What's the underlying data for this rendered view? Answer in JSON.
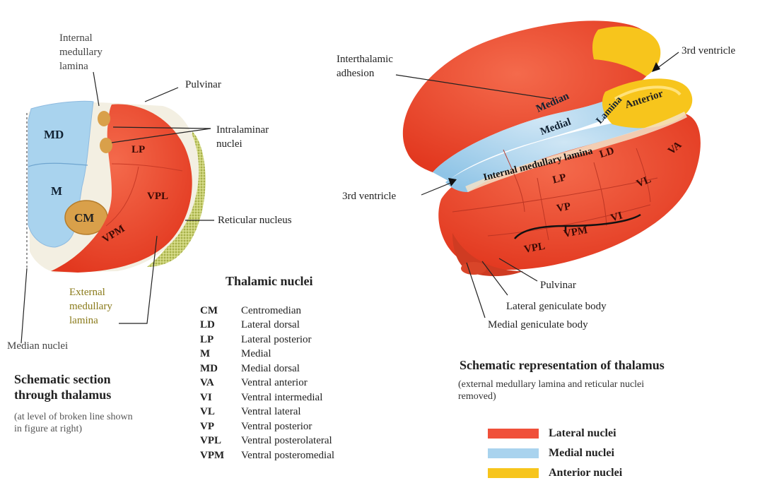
{
  "colors": {
    "lateral": "#f0503a",
    "medial": "#a9d3ee",
    "anterior": "#f7c51c",
    "olive": "#8a7a1a"
  },
  "left_section": {
    "nuclei": {
      "md": "MD",
      "m": "M",
      "cm": "CM",
      "lp": "LP",
      "vpl": "VPL",
      "vpm": "VPM"
    },
    "labels": {
      "internal_medullary_lamina": "Internal medullary lamina",
      "pulvinar": "Pulvinar",
      "intralaminar_nuclei": "Intralaminar nuclei",
      "reticular_nucleus": "Reticular nucleus",
      "external_medullary_lamina": "External medullary lamina",
      "median_nuclei": "Median nuclei"
    },
    "title": "Schematic section through thalamus",
    "subtitle": "(at level of broken line shown in figure at right)"
  },
  "right_view": {
    "nuclei": {
      "median": "Median",
      "medial": "Medial",
      "lamina": "Lamina",
      "anterior": "Anterior",
      "internal_medullary_lamina": "Internal medullary lamina",
      "ld": "LD",
      "va": "VA",
      "lp": "LP",
      "vl": "VL",
      "vp": "VP",
      "vpl": "VPL",
      "vpm": "VPM",
      "vi": "VI"
    },
    "labels": {
      "interthalamic_adhesion": "Interthalamic adhesion",
      "third_ventricle_top": "3rd ventricle",
      "third_ventricle_left": "3rd ventricle",
      "pulvinar": "Pulvinar",
      "lateral_geniculate_body": "Lateral geniculate body",
      "medial_geniculate_body": "Medial geniculate body"
    },
    "title": "Schematic representation of thalamus",
    "subtitle": "(external medullary lamina and reticular nuclei removed)"
  },
  "key": {
    "title": "Thalamic nuclei",
    "rows": [
      {
        "abbr": "CM",
        "name": "Centromedian"
      },
      {
        "abbr": "LD",
        "name": "Lateral dorsal"
      },
      {
        "abbr": "LP",
        "name": "Lateral posterior"
      },
      {
        "abbr": "M",
        "name": "Medial"
      },
      {
        "abbr": "MD",
        "name": "Medial dorsal"
      },
      {
        "abbr": "VA",
        "name": "Ventral anterior"
      },
      {
        "abbr": "VI",
        "name": "Ventral intermedial"
      },
      {
        "abbr": "VL",
        "name": "Ventral lateral"
      },
      {
        "abbr": "VP",
        "name": "Ventral posterior"
      },
      {
        "abbr": "VPL",
        "name": "Ventral posterolateral"
      },
      {
        "abbr": "VPM",
        "name": "Ventral posteromedial"
      }
    ]
  },
  "legend": [
    {
      "name": "Lateral nuclei",
      "color": "#f0503a"
    },
    {
      "name": "Medial nuclei",
      "color": "#a9d3ee"
    },
    {
      "name": "Anterior nuclei",
      "color": "#f7c51c"
    }
  ]
}
